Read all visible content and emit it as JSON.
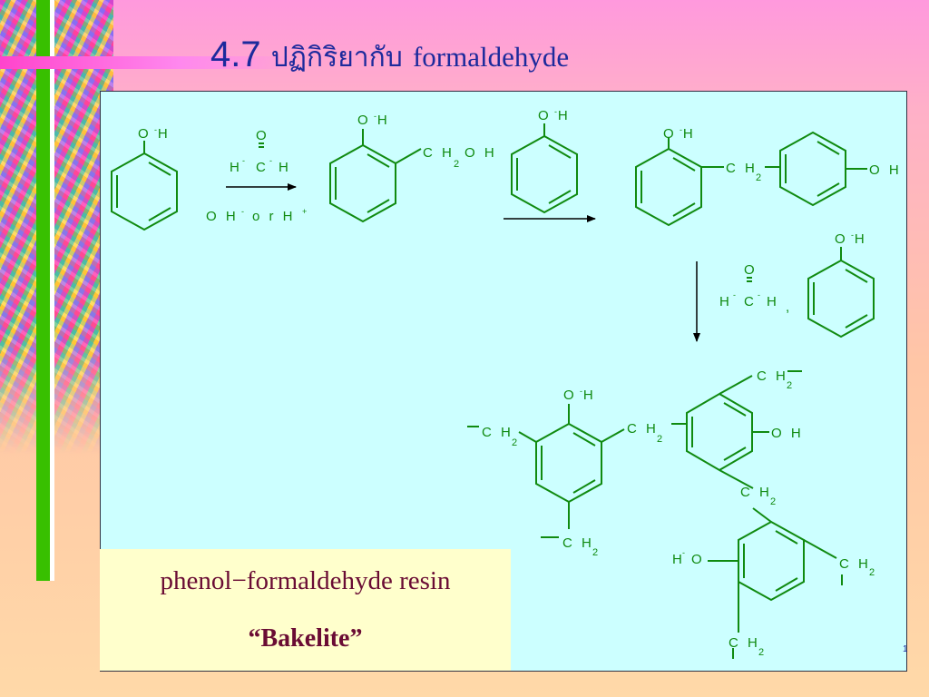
{
  "title": {
    "number": "4.7",
    "thai": "ปฏิกิริยากับ",
    "english": "formaldehyde"
  },
  "labels": {
    "OH": "O H",
    "O": "O",
    "H": "H",
    "C": "C",
    "CH": "C H",
    "CH2OH_main": "C H",
    "sub2": "2",
    "OH_suffix": "O H",
    "HO": "H O",
    "catalyst": "O H",
    "catalyst_or": "o r  H",
    "sup_minus": "-",
    "sup_plus": "+",
    "dash": "-",
    "comma": ","
  },
  "caption": {
    "name": "phenol−formaldehyde resin",
    "alias": "“Bakelite”"
  },
  "slide_number": "1",
  "colors": {
    "structure": "#108a10",
    "title": "#1c2a9c",
    "caption": "#6a0c34"
  }
}
